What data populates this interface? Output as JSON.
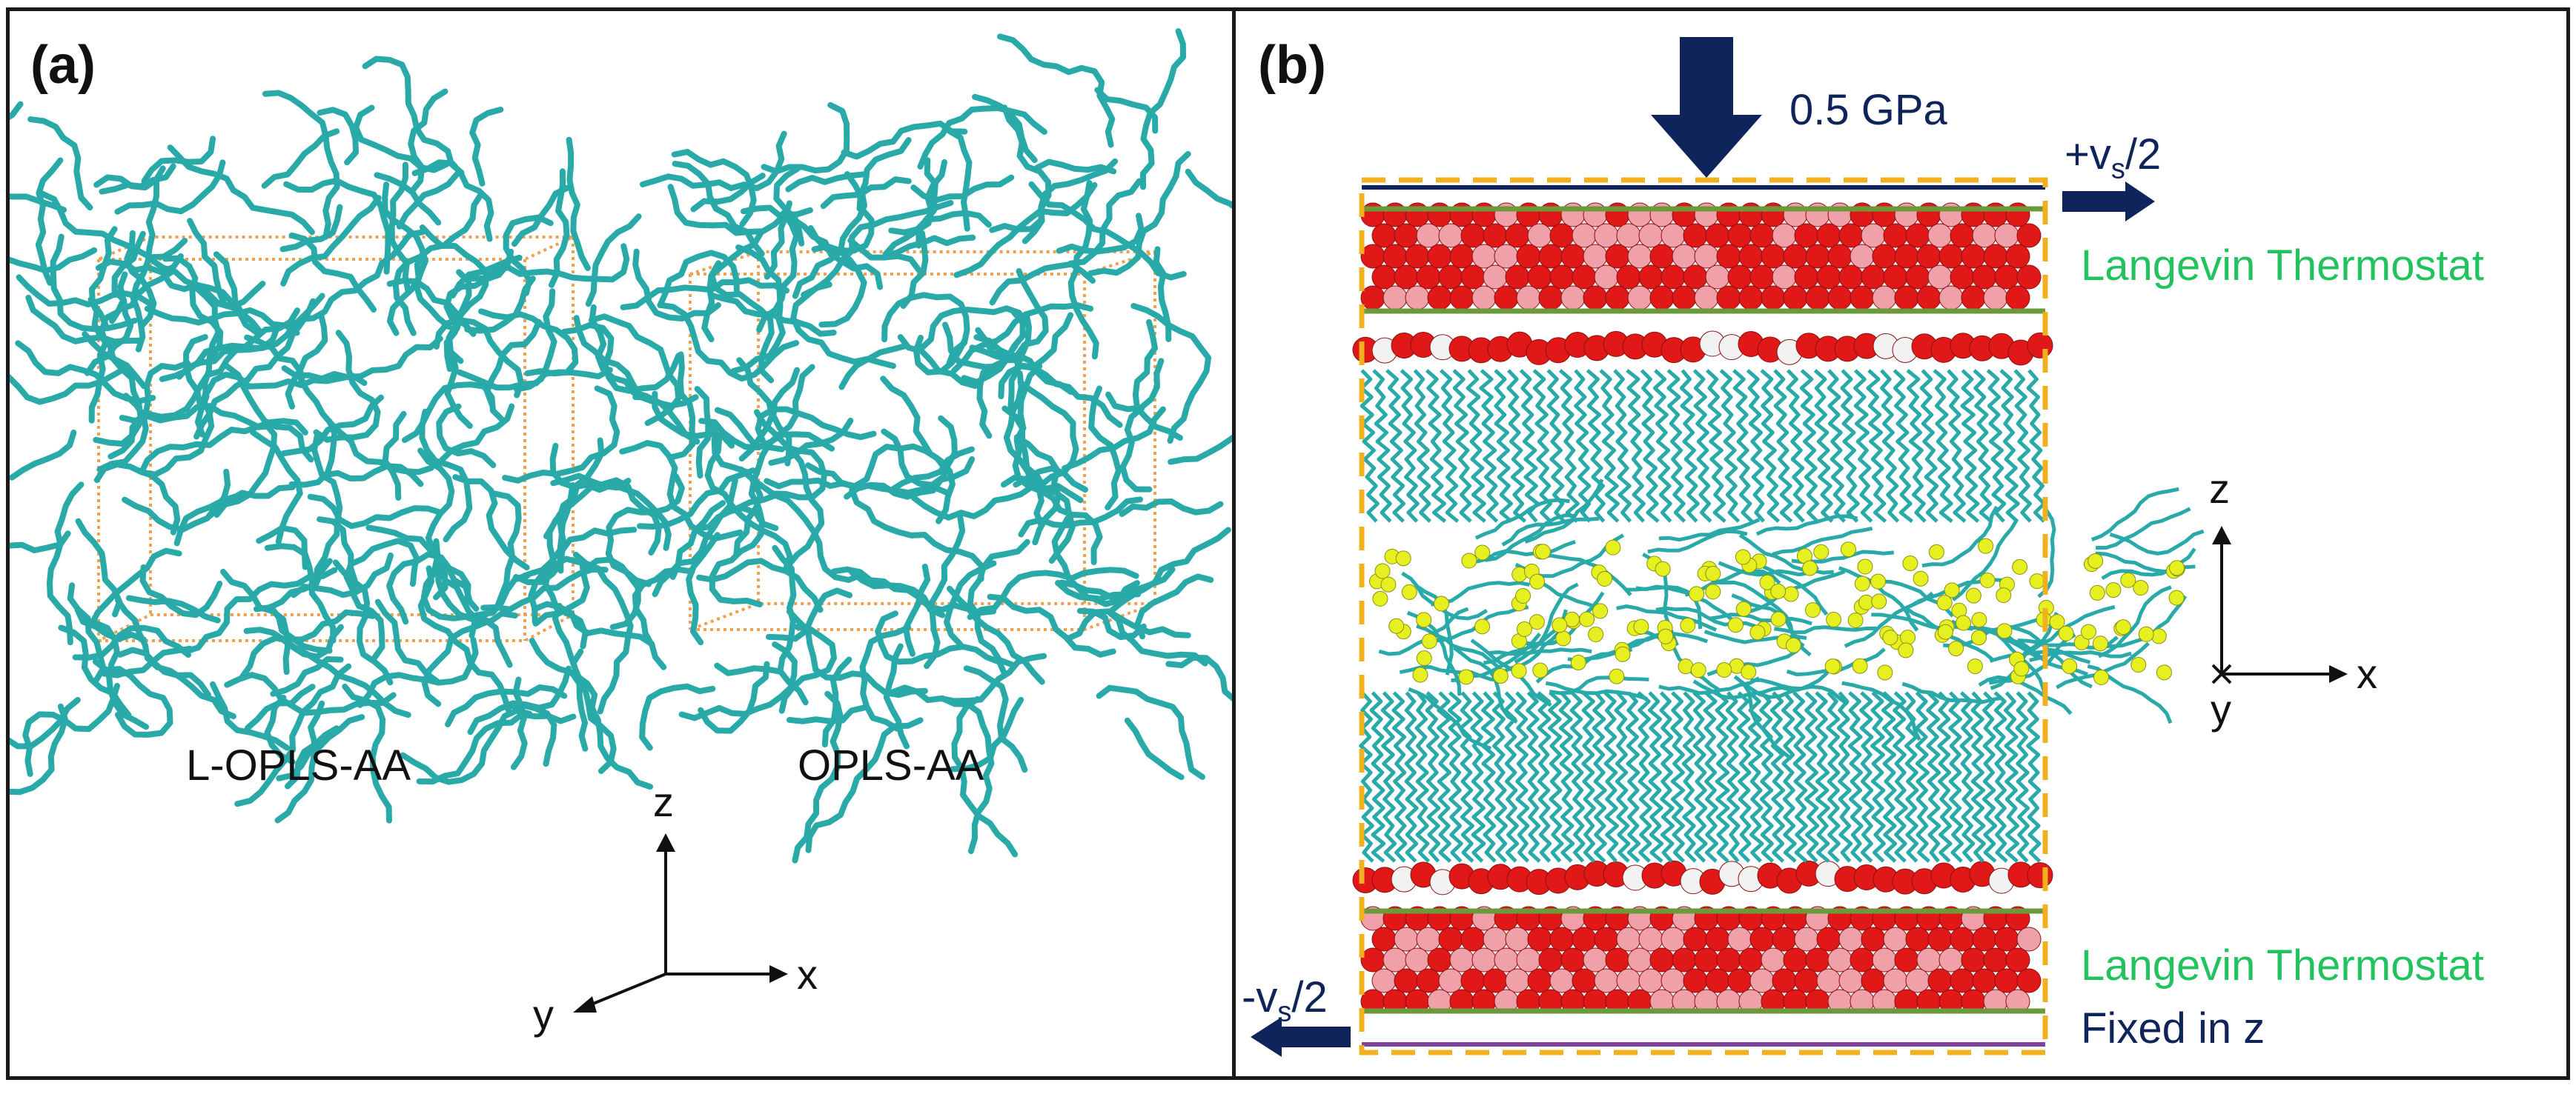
{
  "panel_a": {
    "label": "(a)",
    "structure_left_caption": "L-OPLS-AA",
    "structure_right_caption": "OPLS-AA",
    "axes": {
      "z": "z",
      "x": "x",
      "y": "y"
    }
  },
  "panel_b": {
    "label": "(b)",
    "pressure": "0.5 GPa",
    "top_velocity": {
      "sign": "+v",
      "sub": "s",
      "tail": "/2"
    },
    "bottom_velocity": {
      "sign": "-v",
      "sub": "s",
      "tail": "/2"
    },
    "thermostat_top": "Langevin Thermostat",
    "thermostat_bottom": "Langevin Thermostat",
    "fixed_label": "Fixed in z",
    "axes": {
      "z": "z",
      "x": "x",
      "y": "y"
    }
  },
  "colors": {
    "chain": "#2aa9a9",
    "box": "#f0a050",
    "oxygen": "#e01818",
    "metal": "#f0a0a8",
    "hydrogen": "#f2f2f2",
    "headgroup": "#e6f020",
    "navy": "#10245c",
    "green_text": "#22c35e",
    "frame_dash": "#f0b020"
  }
}
